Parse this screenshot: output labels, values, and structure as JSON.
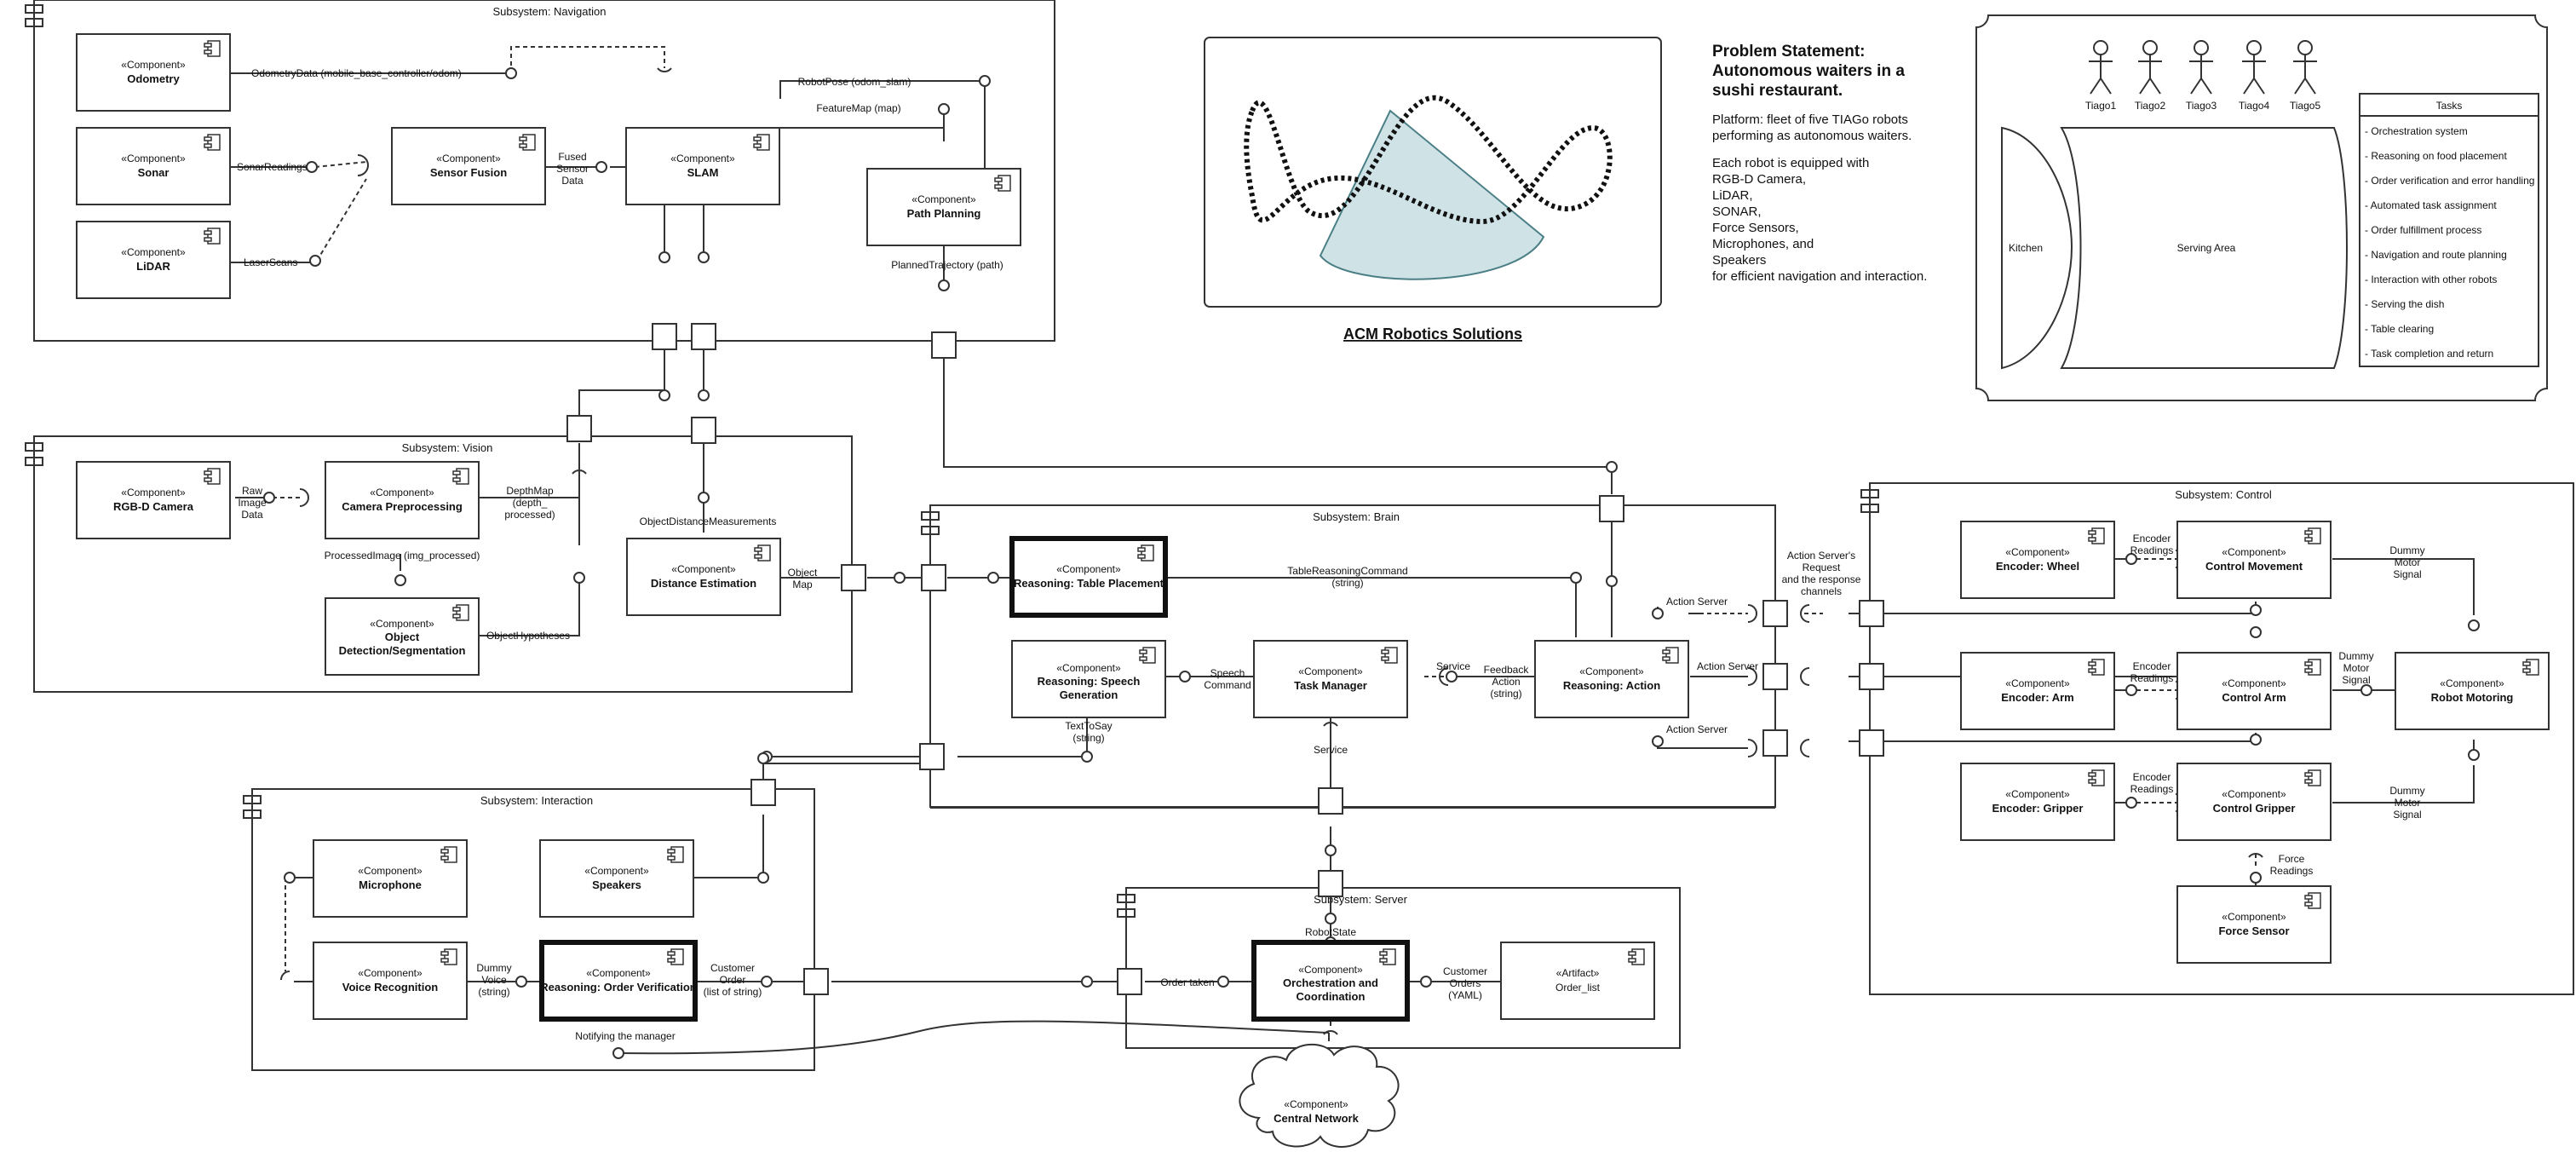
{
  "subsystems": {
    "navigation": "Subsystem: Navigation",
    "vision": "Subsystem: Vision",
    "brain": "Subsystem: Brain",
    "control": "Subsystem: Control",
    "interaction": "Subsystem: Interaction",
    "server": "Subsystem: Server"
  },
  "stereotype": "«Component»",
  "artifact_stereotype": "«Artifact»",
  "components": {
    "odometry": "Odometry",
    "sonar": "Sonar",
    "lidar": "LiDAR",
    "sensor_fusion": "Sensor Fusion",
    "slam": "SLAM",
    "path_planning": "Path Planning",
    "rgbd_camera": "RGB-D Camera",
    "camera_preprocessing": "Camera Preprocessing",
    "object_detection_1": "Object",
    "object_detection_2": "Detection/Segmentation",
    "distance_estimation": "Distance Estimation",
    "reasoning_table_placement": "Reasoning: Table Placement",
    "reasoning_speech_1": "Reasoning: Speech",
    "reasoning_speech_2": "Generation",
    "task_manager": "Task Manager",
    "reasoning_action": "Reasoning: Action",
    "encoder_wheel": "Encoder: Wheel",
    "control_movement": "Control Movement",
    "encoder_arm": "Encoder: Arm",
    "control_arm": "Control Arm",
    "robot_motoring": "Robot Motoring",
    "encoder_gripper": "Encoder: Gripper",
    "control_gripper": "Control Gripper",
    "force_sensor": "Force Sensor",
    "microphone": "Microphone",
    "speakers": "Speakers",
    "voice_recognition": "Voice Recognition",
    "reasoning_order_verification": "Reasoning: Order Verification",
    "orchestration_1": "Orchestration and",
    "orchestration_2": "Coordination",
    "order_list": "Order_list",
    "central_network": "Central Network"
  },
  "connections": {
    "odometry_data": "OdometryData (mobile_base_controller/odom)",
    "sonar_readings": "SonarReadings",
    "laser_scans": "LaserScans",
    "fused_sensor_1": "Fused",
    "fused_sensor_2": "Sensor",
    "fused_sensor_3": "Data",
    "robot_pose": "RobotPose (odom_slam)",
    "feature_map": "FeatureMap (map)",
    "planned_trajectory": "PlannedTrajectory (path)",
    "raw_image_1": "Raw",
    "raw_image_2": "Image",
    "raw_image_3": "Data",
    "depth_map_1": "DepthMap",
    "depth_map_2": "(depth_",
    "depth_map_3": "processed)",
    "processed_image": "ProcessedImage (img_processed)",
    "object_hypotheses": "ObjectHypotheses",
    "object_distance": "ObjectDistanceMeasurements",
    "object_map_1": "Object",
    "object_map_2": "Map",
    "table_reasoning_1": "TableReasoningCommand",
    "table_reasoning_2": "(string)",
    "speech_command_1": "Speech",
    "speech_command_2": "Command",
    "service": "Service",
    "feedback_1": "Feedback",
    "feedback_2": "Action",
    "feedback_3": "(string)",
    "text_to_say_1": "TextToSay",
    "text_to_say_2": "(string)",
    "service_down": "Service",
    "action_server": "Action Server",
    "action_server_req_1": "Action Server's",
    "action_server_req_2": "Request",
    "action_server_req_3": "and the response",
    "action_server_req_4": "channels",
    "encoder_readings_1": "Encoder",
    "encoder_readings_2": "Readings",
    "dummy_motor_1": "Dummy",
    "dummy_motor_2": "Motor",
    "dummy_motor_3": "Signal",
    "force_readings_1": "Force",
    "force_readings_2": "Readings",
    "dummy_voice_1": "Dummy",
    "dummy_voice_2": "Voice",
    "dummy_voice_3": "(string)",
    "customer_order_1": "Customer",
    "customer_order_2": "Order",
    "customer_order_3": "(list of string)",
    "notifying_manager": "Notifying the manager",
    "robot_state": "RobotState",
    "order_taken": "Order taken",
    "customer_orders_1": "Customer",
    "customer_orders_2": "Orders",
    "customer_orders_3": "(YAML)"
  },
  "company": "ACM Robotics Solutions",
  "problem": {
    "title_1": "Problem Statement:",
    "title_2": "Autonomous waiters in a",
    "title_3": "sushi restaurant.",
    "platform_1": "Platform: fleet of five TIAGo robots",
    "platform_2": "performing as autonomous waiters.",
    "equip": [
      "Each robot is equipped with",
      "RGB-D Camera,",
      "LiDAR,",
      "SONAR,",
      "Force Sensors,",
      "Microphones, and",
      "Speakers",
      "for efficient navigation and interaction."
    ]
  },
  "restaurant": {
    "robots": [
      "Tiago1",
      "Tiago2",
      "Tiago3",
      "Tiago4",
      "Tiago5"
    ],
    "kitchen": "Kitchen",
    "serving_area": "Serving Area",
    "tasks_title": "Tasks",
    "tasks": [
      "- Orchestration system",
      "- Reasoning on food placement",
      "- Order verification and error handling",
      "- Automated task assignment",
      "- Order fulfillment process",
      "- Navigation and route planning",
      "- Interaction with other robots",
      "- Serving the dish",
      "- Table clearing",
      "- Task completion and return"
    ]
  },
  "colors": {
    "line": "#333333",
    "cone_fill": "#cfe3e6",
    "cone_stroke": "#4a7f86"
  }
}
